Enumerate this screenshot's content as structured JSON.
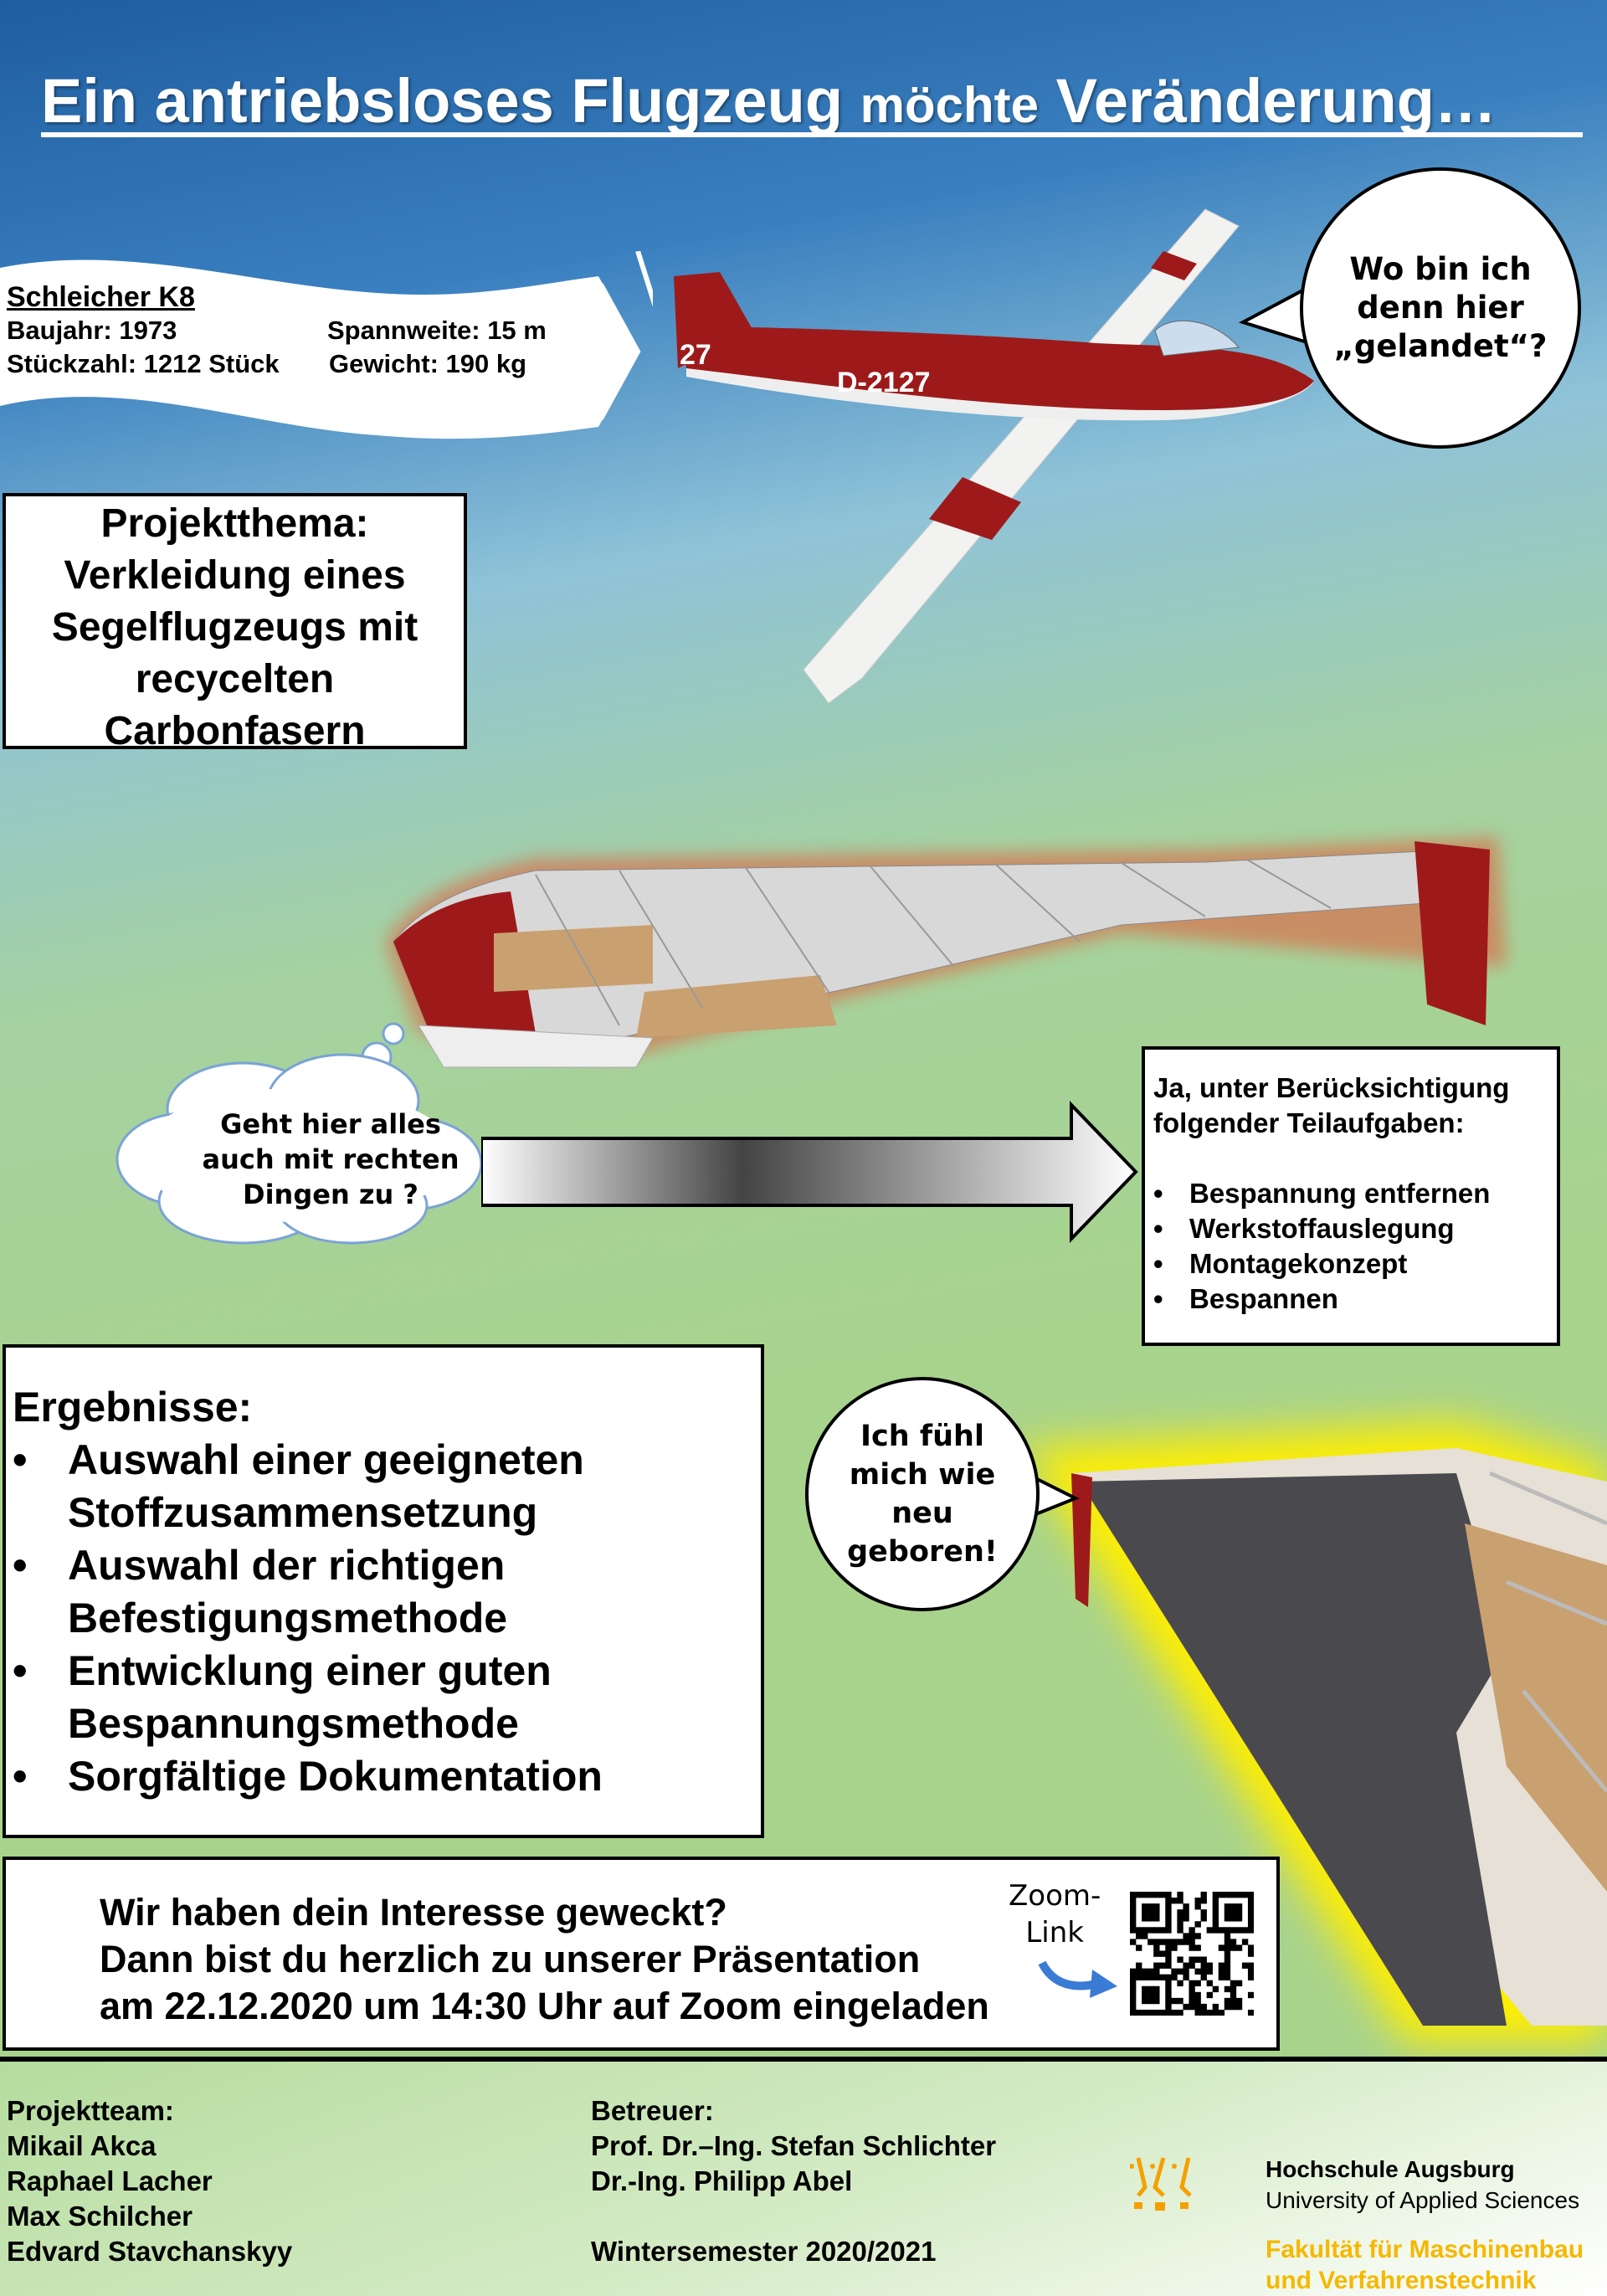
{
  "title": {
    "main": "Ein antriebsloses Flugzeug",
    "small": "möchte",
    "end": "Veränderung…"
  },
  "banner": {
    "heading": "Schleicher K8",
    "baujahr": "Baujahr: 1973",
    "stueckzahl": "Stückzahl: 1212 Stück",
    "spannweite": "Spannweite: 15 m",
    "gewicht": "Gewicht: 190 kg"
  },
  "bubble1": [
    "Wo bin ich",
    "denn hier",
    "„gelandet“?"
  ],
  "glider_markings": {
    "number": "27",
    "registration": "D-2127"
  },
  "thema": [
    "Projektthema:",
    "Verkleidung eines",
    "Segelflugzeugs mit",
    "recycelten",
    "Carbonfasern"
  ],
  "thought": [
    "Geht hier alles",
    "auch mit rechten",
    "Dingen zu ?"
  ],
  "teilaufgaben": {
    "intro": [
      "Ja, unter Berücksichtigung",
      "folgender Teilaufgaben:"
    ],
    "items": [
      "Bespannung entfernen",
      "Werkstoffauslegung",
      "Montagekonzept",
      "Bespannen"
    ]
  },
  "ergebnisse": {
    "heading": "Ergebnisse:",
    "items": [
      "Auswahl einer geeigneten Stoffzusammensetzung",
      "Auswahl der richtigen Befestigungsmethode",
      "Entwicklung einer guten Bespannungsmethode",
      "Sorgfältige Dokumentation"
    ]
  },
  "bubble2": [
    "Ich fühl",
    "mich wie",
    "neu",
    "geboren!"
  ],
  "invite": {
    "lines": [
      "Wir haben dein Interesse geweckt?",
      "Dann bist du herzlich zu unserer Präsentation",
      "am 22.12.2020 um 14:30 Uhr auf Zoom eingeladen"
    ],
    "zoom_label": [
      "Zoom-",
      "Link"
    ]
  },
  "footer": {
    "team_heading": "Projektteam:",
    "team": [
      "Mikail Akca",
      "Raphael Lacher",
      "Max Schilcher",
      "Edvard Stavchanskyy"
    ],
    "betreuer_heading": "Betreuer:",
    "betreuer": [
      "Prof. Dr.–Ing. Stefan Schlichter",
      "Dr.-Ing. Philipp Abel"
    ],
    "semester": "Wintersemester 2020/2021",
    "uni_name": "Hochschule Augsburg",
    "uni_sub": "University of Applied Sciences",
    "faculty": [
      "Fakultät für Maschinenbau",
      "und Verfahrenstechnik"
    ]
  },
  "colors": {
    "accent_orange": "#f5a000",
    "faculty_yellow": "#f5b800",
    "glider_red": "#9e1a1a"
  }
}
